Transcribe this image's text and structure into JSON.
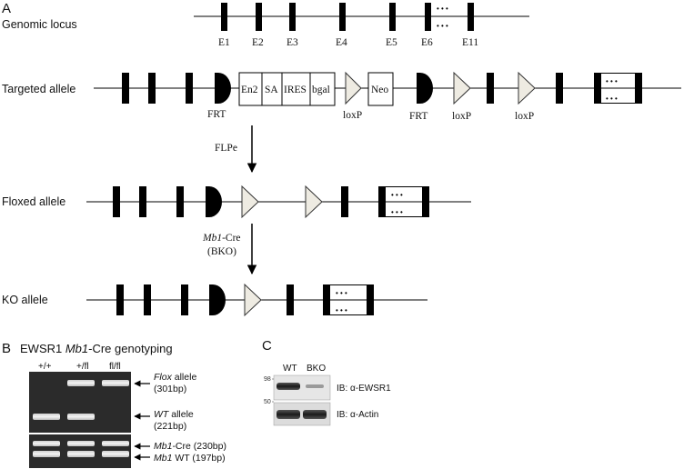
{
  "panel_a": {
    "letter": "A",
    "rows": {
      "genomic": "Genomic locus",
      "targeted": "Targeted allele",
      "floxed": "Floxed allele",
      "ko": "KO allele"
    },
    "exon_labels": [
      "E1",
      "E2",
      "E3",
      "E4",
      "E5",
      "E6",
      "E11"
    ],
    "dots": "• • •",
    "cassette": [
      "En2",
      "SA",
      "IRES",
      "bgal"
    ],
    "neo": "Neo",
    "sites": {
      "frt": "FRT",
      "loxp": "loxP"
    },
    "flpe": "FLPe",
    "cre_italic": "Mb1",
    "cre_rest": "-Cre",
    "bko": "(BKO)"
  },
  "panel_b": {
    "letter": "B",
    "title_pre": "EWSR1 ",
    "title_italic": "Mb1",
    "title_post": "-Cre genotyping",
    "lanes": [
      "+/+",
      "+/fl",
      "fl/fl"
    ],
    "band_labels": {
      "flox_italic": "Flox",
      "flox_rest": " allele",
      "flox_size": "(301bp)",
      "wt_italic": "WT",
      "wt_rest": " allele",
      "wt_size": "(221bp)",
      "cre_italic": "Mb1",
      "cre_rest": "-Cre (230bp)",
      "mb1wt_italic": "Mb1",
      "mb1wt_rest": " WT (197bp)"
    }
  },
  "panel_c": {
    "letter": "C",
    "lanes": [
      "WT",
      "BKO"
    ],
    "markers": [
      "98",
      "50"
    ],
    "blots": [
      "IB: α-EWSR1",
      "IB: α-Actin"
    ]
  }
}
